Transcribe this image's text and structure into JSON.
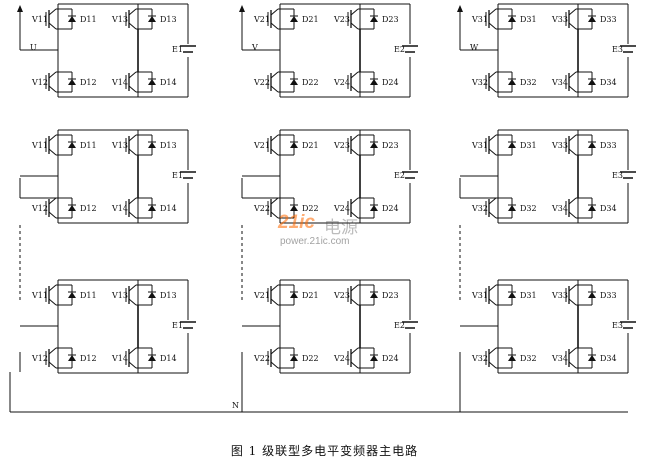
{
  "caption": "图 1   级联型多电平变频器主电路",
  "watermark": {
    "logo": "21ic",
    "cn": "电源",
    "url": "power.21ic.com"
  },
  "phases": [
    {
      "out": "U",
      "top_left": "V11",
      "top_left_d": "D11",
      "top_right": "V13",
      "top_right_d": "D13",
      "bot_left": "V12",
      "bot_left_d": "D12",
      "bot_right": "V14",
      "bot_right_d": "D14",
      "src": "E1"
    },
    {
      "out": "V",
      "top_left": "V21",
      "top_left_d": "D21",
      "top_right": "V23",
      "top_right_d": "D23",
      "bot_left": "V22",
      "bot_left_d": "D22",
      "bot_right": "V24",
      "bot_right_d": "D24",
      "src": "E2"
    },
    {
      "out": "W",
      "top_left": "V31",
      "top_left_d": "D31",
      "top_right": "V33",
      "top_right_d": "D33",
      "bot_left": "V32",
      "bot_left_d": "D32",
      "bot_right": "V34",
      "bot_right_d": "D34",
      "src": "E3"
    }
  ],
  "neutral": "N"
}
